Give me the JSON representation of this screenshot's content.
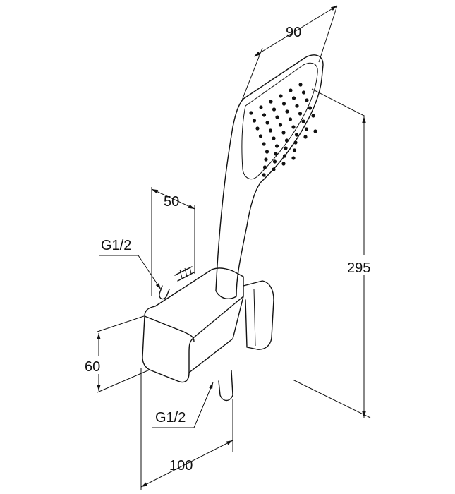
{
  "dimensions": {
    "head_width": "90",
    "bracket_offset": "50",
    "top_connection": "G1/2",
    "height": "295",
    "bracket_height": "60",
    "bottom_connection": "G1/2",
    "depth": "100"
  }
}
